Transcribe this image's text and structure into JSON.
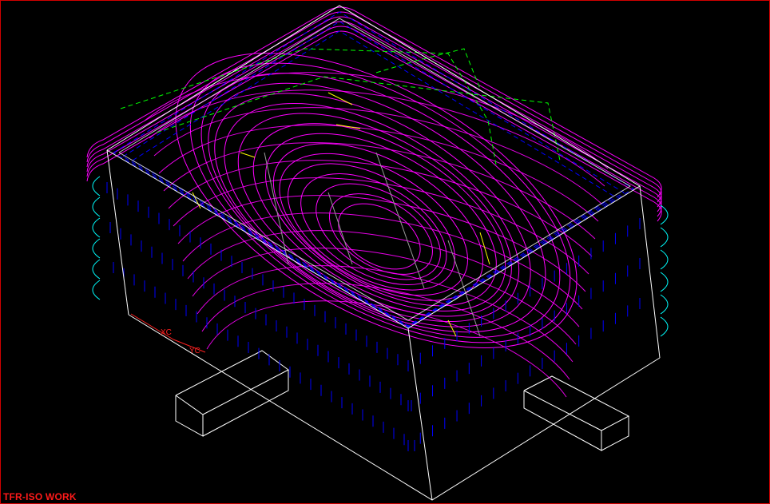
{
  "viewport": {
    "view_label": "TFR-ISO WORK",
    "border_color": "#d00000",
    "background": "#000000"
  },
  "wcs_triad": {
    "x_label": "XC",
    "y_label": "YC",
    "color": "#ff2020"
  },
  "colors": {
    "part_edges": "#ffffff",
    "toolpath_main": "#ff00ff",
    "toolpath_rapid": "#0000ff",
    "toolpath_engage": "#00ff00",
    "toolpath_retract": "#00ffff",
    "toolpath_feed": "#ffff00"
  },
  "geometry": {
    "description_icons": [
      "stock-block-icon",
      "fixture-left-icon",
      "fixture-right-icon"
    ]
  }
}
